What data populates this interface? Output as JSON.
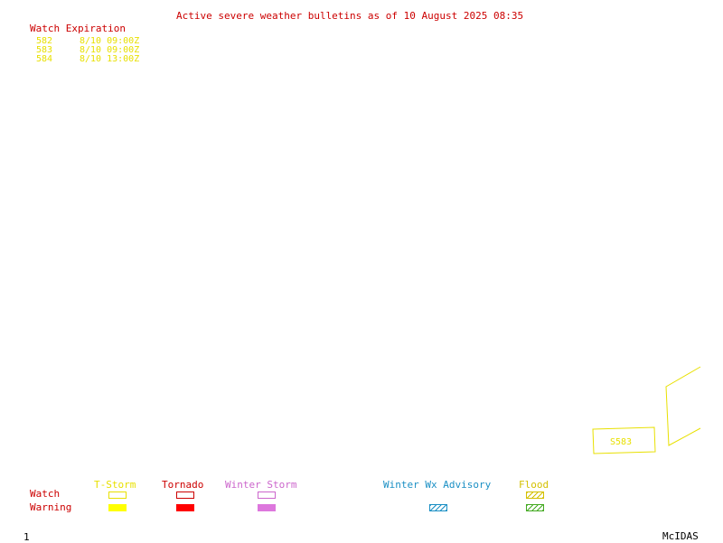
{
  "header": {
    "title": "Active severe weather bulletins as of 10 August 2025 08:35"
  },
  "watch_table": {
    "heading": "Watch Expiration",
    "rows": [
      {
        "id": "582",
        "expires": "8/10 09:00Z"
      },
      {
        "id": "583",
        "expires": "8/10 09:00Z"
      },
      {
        "id": "584",
        "expires": "8/10 13:00Z"
      }
    ]
  },
  "map": {
    "watch_box_label": "S583",
    "color": "#e8e000"
  },
  "legend": {
    "row_labels": {
      "watch": "Watch",
      "warning": "Warning"
    },
    "categories": [
      {
        "key": "tstorm",
        "label": "T-Storm",
        "color": "#e8e000",
        "watch_style": "outline",
        "warning_style": "solid"
      },
      {
        "key": "tornado",
        "label": "Tornado",
        "color": "#ff0000",
        "watch_style": "outline",
        "warning_style": "solid"
      },
      {
        "key": "winter_storm",
        "label": "Winter Storm",
        "color": "#cc66cc",
        "watch_style": "outline",
        "warning_style": "solid"
      },
      {
        "key": "winter_wx_advisory",
        "label": "Winter Wx Advisory",
        "color": "#1a8fc4",
        "watch_style": "none",
        "warning_style": "hatched"
      },
      {
        "key": "flood",
        "label": "Flood",
        "color_watch": "#d4c000",
        "color_warning": "#44aa22",
        "watch_style": "hatched",
        "warning_style": "hatched"
      }
    ]
  },
  "footer": {
    "frame_number": "1",
    "brand": "McIDAS"
  }
}
